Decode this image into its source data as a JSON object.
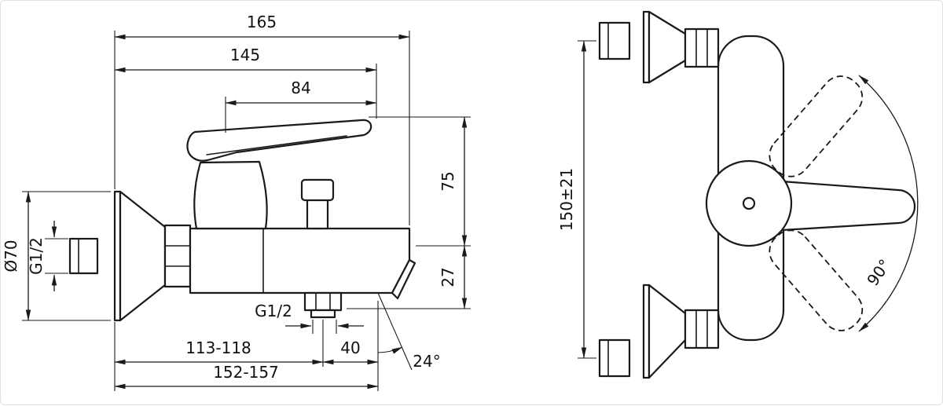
{
  "drawing": {
    "side_view": {
      "dim_depth_total": "165",
      "dim_depth_handle": "145",
      "dim_handle_length": "84",
      "dim_height_upper": "75",
      "dim_height_lower": "27",
      "dim_flange_diameter": "Ø70",
      "dim_inlet_thread": "G1/2",
      "dim_outlet_thread": "G1/2",
      "dim_wall_to_outlet": "113-118",
      "dim_outlet_to_spout": "40",
      "dim_wall_to_spout": "152-157",
      "dim_spout_angle": "24°"
    },
    "front_view": {
      "dim_inlet_spacing": "150±21",
      "dim_handle_swing": "90°"
    }
  }
}
